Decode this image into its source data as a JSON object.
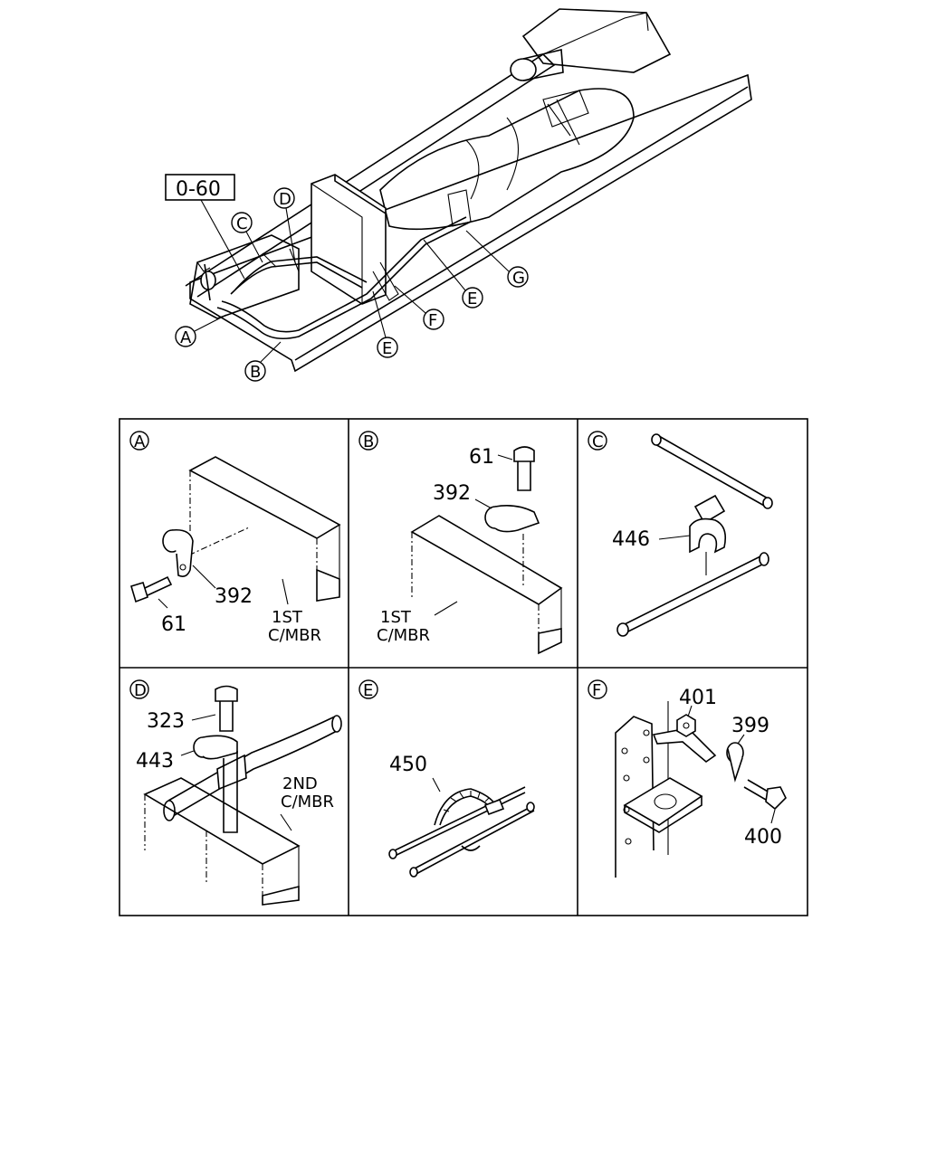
{
  "overview": {
    "ref_box": "0-60",
    "callouts": [
      "A",
      "B",
      "C",
      "D",
      "E",
      "E",
      "F",
      "G"
    ]
  },
  "panels": [
    {
      "letter": "A",
      "parts": [
        "392",
        "61"
      ],
      "member": [
        "1ST",
        "C/MBR"
      ]
    },
    {
      "letter": "B",
      "parts": [
        "61",
        "392"
      ],
      "member": [
        "1ST",
        "C/MBR"
      ]
    },
    {
      "letter": "C",
      "parts": [
        "446"
      ]
    },
    {
      "letter": "D",
      "parts": [
        "323",
        "443"
      ],
      "member": [
        "2ND",
        "C/MBR"
      ]
    },
    {
      "letter": "E",
      "parts": [
        "450"
      ]
    },
    {
      "letter": "F",
      "parts": [
        "401",
        "399",
        "400"
      ]
    }
  ]
}
